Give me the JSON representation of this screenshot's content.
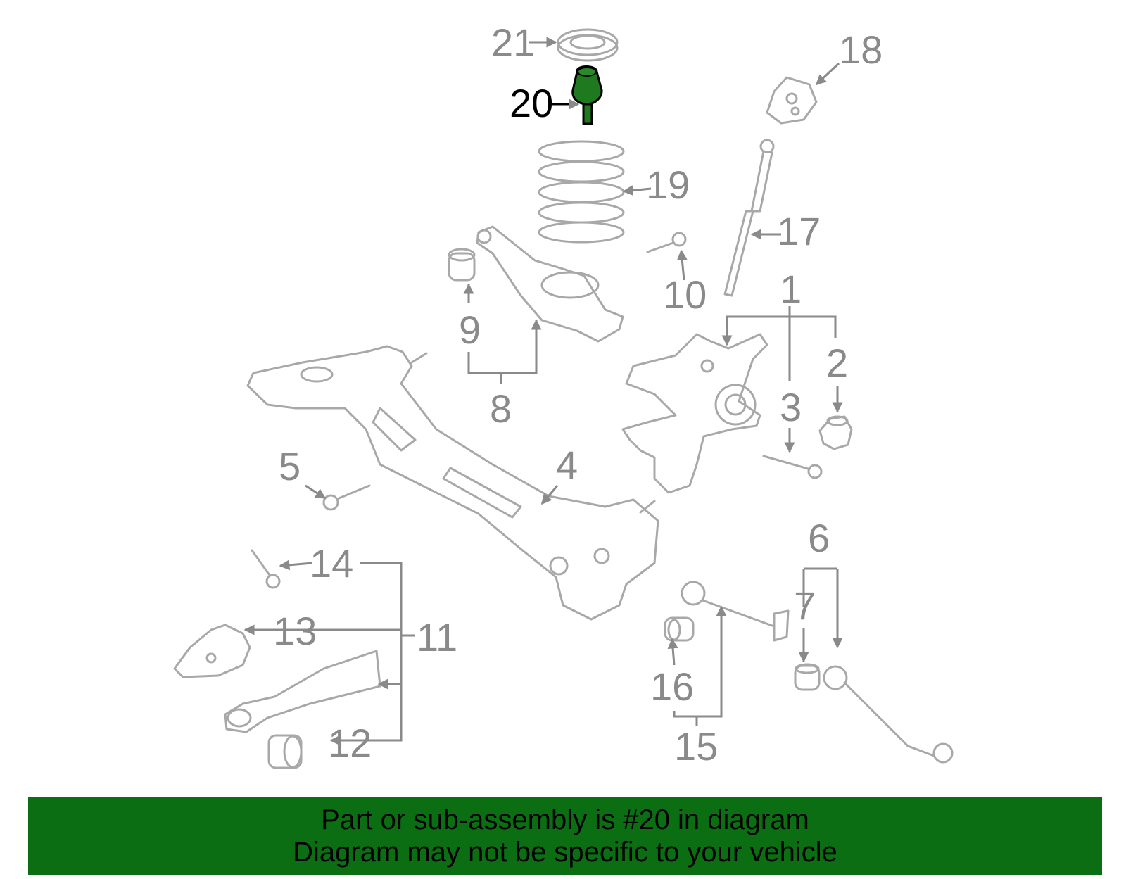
{
  "diagram": {
    "highlight_part": "20",
    "colors": {
      "part_outline": "#a8a8a8",
      "callout_text": "#8a8a8a",
      "highlight_fill": "#1f7a1f",
      "banner_bg": "#0b6e12"
    },
    "callouts": [
      "1",
      "2",
      "3",
      "4",
      "5",
      "6",
      "7",
      "8",
      "9",
      "10",
      "11",
      "12",
      "13",
      "14",
      "15",
      "16",
      "17",
      "18",
      "19",
      "20",
      "21"
    ]
  },
  "banner": {
    "line1": "Part or sub-assembly is #20 in diagram",
    "line2": "Diagram may not be specific to your vehicle"
  }
}
